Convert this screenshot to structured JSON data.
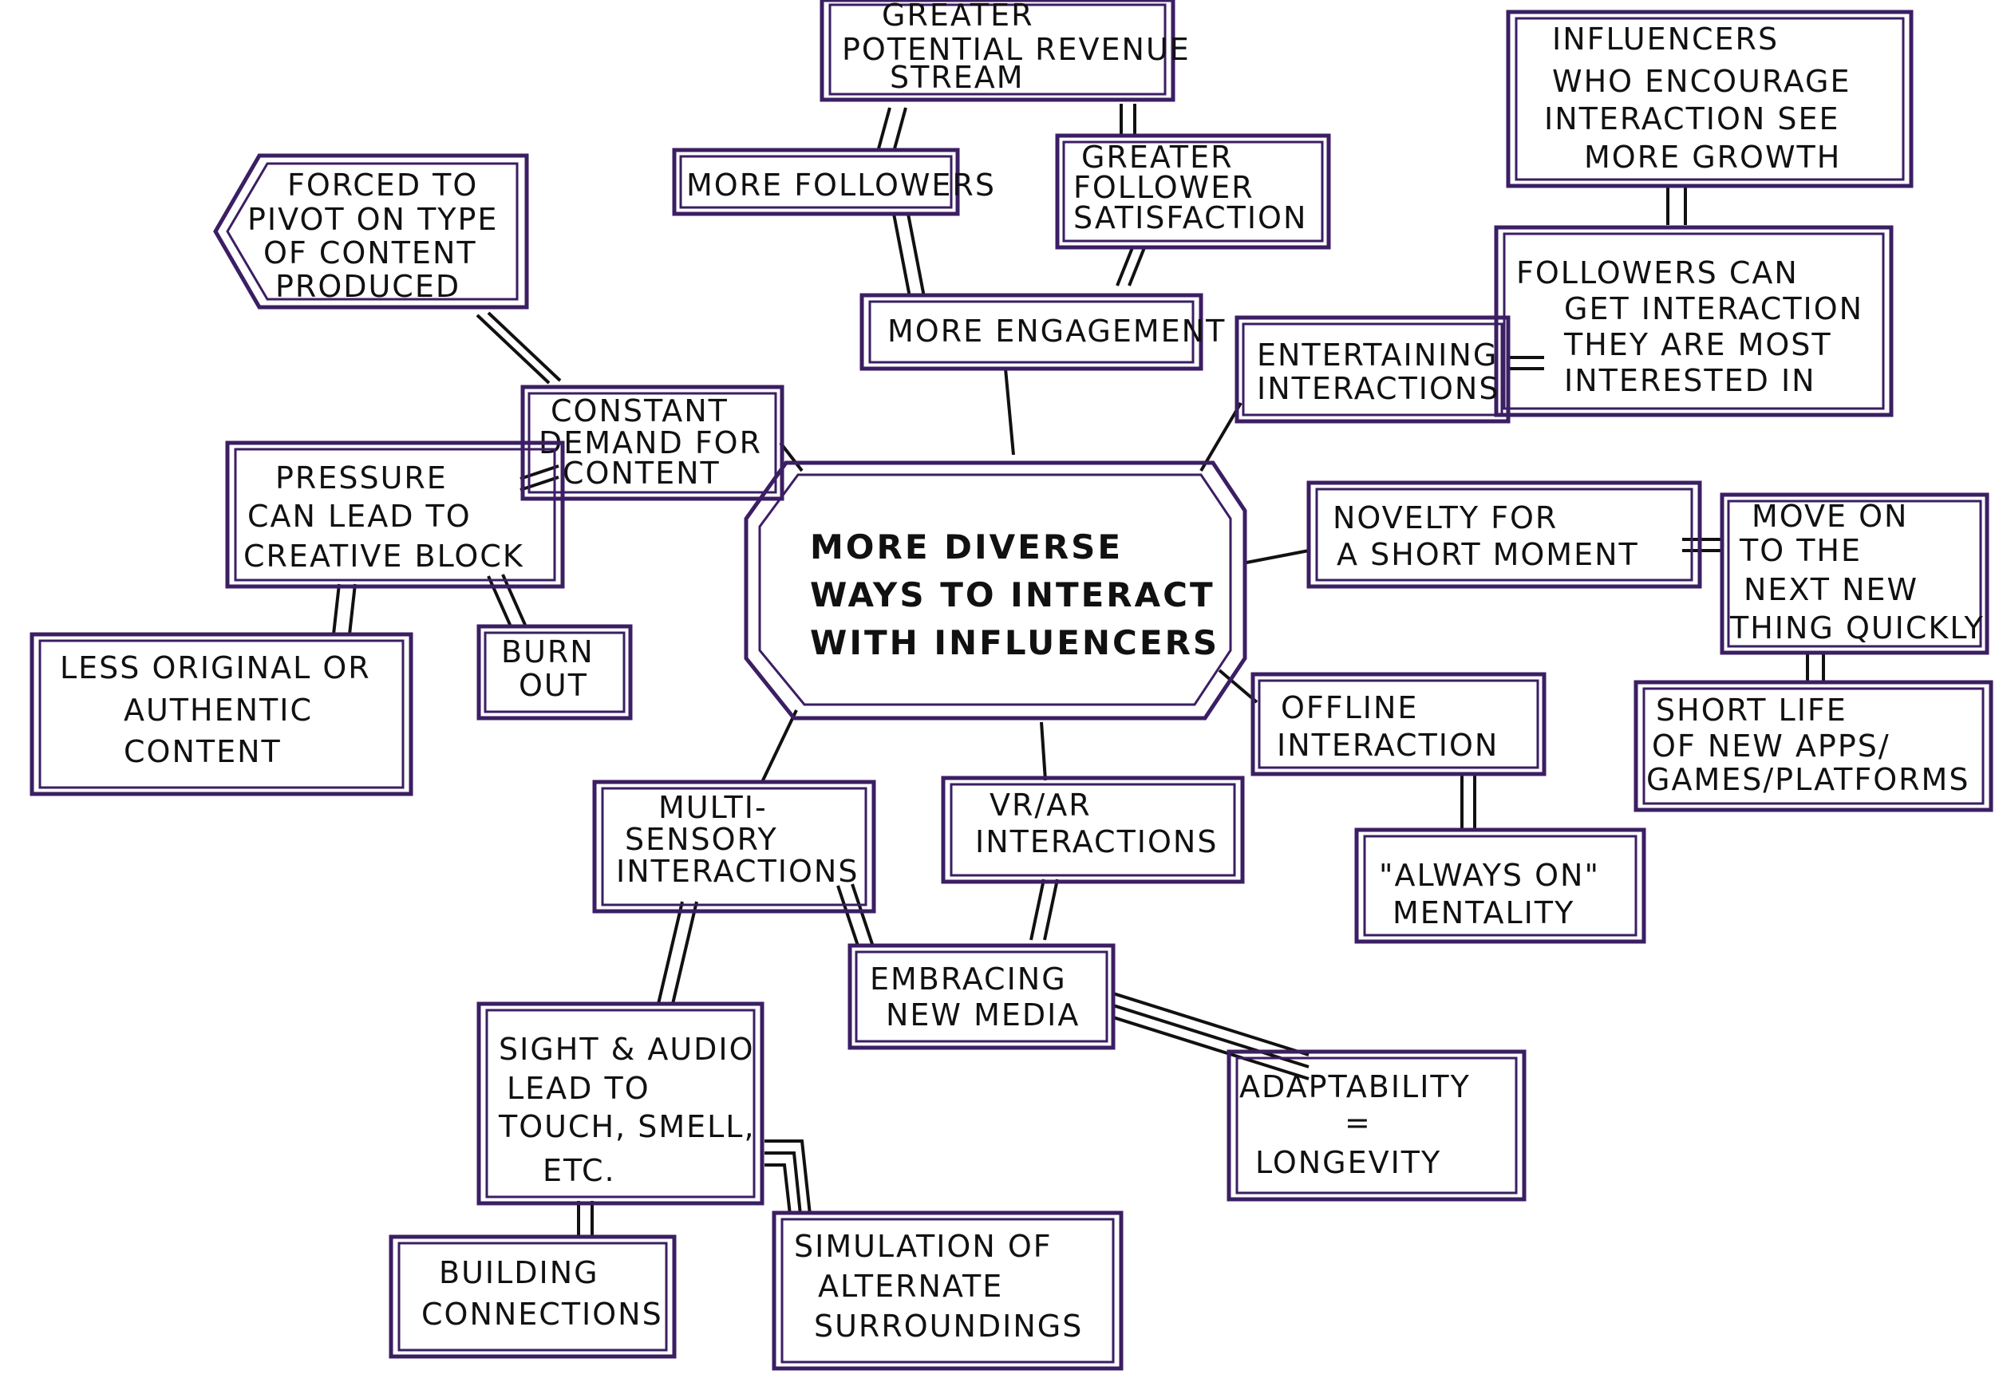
{
  "diagram": {
    "center": {
      "lines": [
        "MORE DIVERSE",
        "WAYS TO INTERACT",
        "WITH INFLUENCERS"
      ]
    },
    "nodes": {
      "revenue": {
        "lines": [
          "GREATER",
          "POTENTIAL REVENUE",
          "STREAM"
        ]
      },
      "followers": {
        "lines": [
          "MORE FOLLOWERS"
        ]
      },
      "satisfaction": {
        "lines": [
          "GREATER",
          "FOLLOWER",
          "SATISFACTION"
        ]
      },
      "engagement": {
        "lines": [
          "MORE ENGAGEMENT"
        ]
      },
      "encourage": {
        "lines": [
          "INFLUENCERS",
          "WHO ENCOURAGE",
          "INTERACTION SEE",
          "MORE GROWTH"
        ]
      },
      "interested": {
        "lines": [
          "FOLLOWERS CAN",
          "GET INTERACTION",
          "THEY ARE MOST",
          "INTERESTED IN"
        ]
      },
      "entertaining": {
        "lines": [
          "ENTERTAINING",
          "INTERACTIONS"
        ]
      },
      "pivot": {
        "lines": [
          "FORCED TO",
          "PIVOT ON TYPE",
          "OF CONTENT",
          "PRODUCED"
        ]
      },
      "demand": {
        "lines": [
          "CONSTANT",
          "DEMAND FOR",
          "CONTENT"
        ]
      },
      "pressure": {
        "lines": [
          "PRESSURE",
          "CAN LEAD TO",
          "CREATIVE BLOCK"
        ]
      },
      "original": {
        "lines": [
          "LESS ORIGINAL OR",
          "AUTHENTIC",
          "CONTENT"
        ]
      },
      "burnout": {
        "lines": [
          "BURN",
          "OUT"
        ]
      },
      "novelty": {
        "lines": [
          "NOVELTY FOR",
          "A SHORT MOMENT"
        ]
      },
      "moveon": {
        "lines": [
          "MOVE ON",
          "TO THE",
          "NEXT NEW",
          "THING QUICKLY"
        ]
      },
      "shortlife": {
        "lines": [
          "SHORT LIFE",
          "OF NEW APPS/",
          "GAMES/PLATFORMS"
        ]
      },
      "offline": {
        "lines": [
          "OFFLINE",
          "INTERACTION"
        ]
      },
      "alwayson": {
        "lines": [
          "\"ALWAYS ON\"",
          "MENTALITY"
        ]
      },
      "multisensory": {
        "lines": [
          "MULTI-",
          "SENSORY",
          "INTERACTIONS"
        ]
      },
      "vrar": {
        "lines": [
          "VR/AR",
          "INTERACTIONS"
        ]
      },
      "newmedia": {
        "lines": [
          "EMBRACING",
          "NEW MEDIA"
        ]
      },
      "adaptability": {
        "lines": [
          "ADAPTABILITY",
          "=",
          "LONGEVITY"
        ]
      },
      "sight": {
        "lines": [
          "SIGHT & AUDIO",
          "LEAD TO",
          "TOUCH, SMELL,",
          "ETC."
        ]
      },
      "connections": {
        "lines": [
          "BUILDING",
          "CONNECTIONS"
        ]
      },
      "simulation": {
        "lines": [
          "SIMULATION OF",
          "ALTERNATE",
          "SURROUNDINGS"
        ]
      }
    }
  }
}
